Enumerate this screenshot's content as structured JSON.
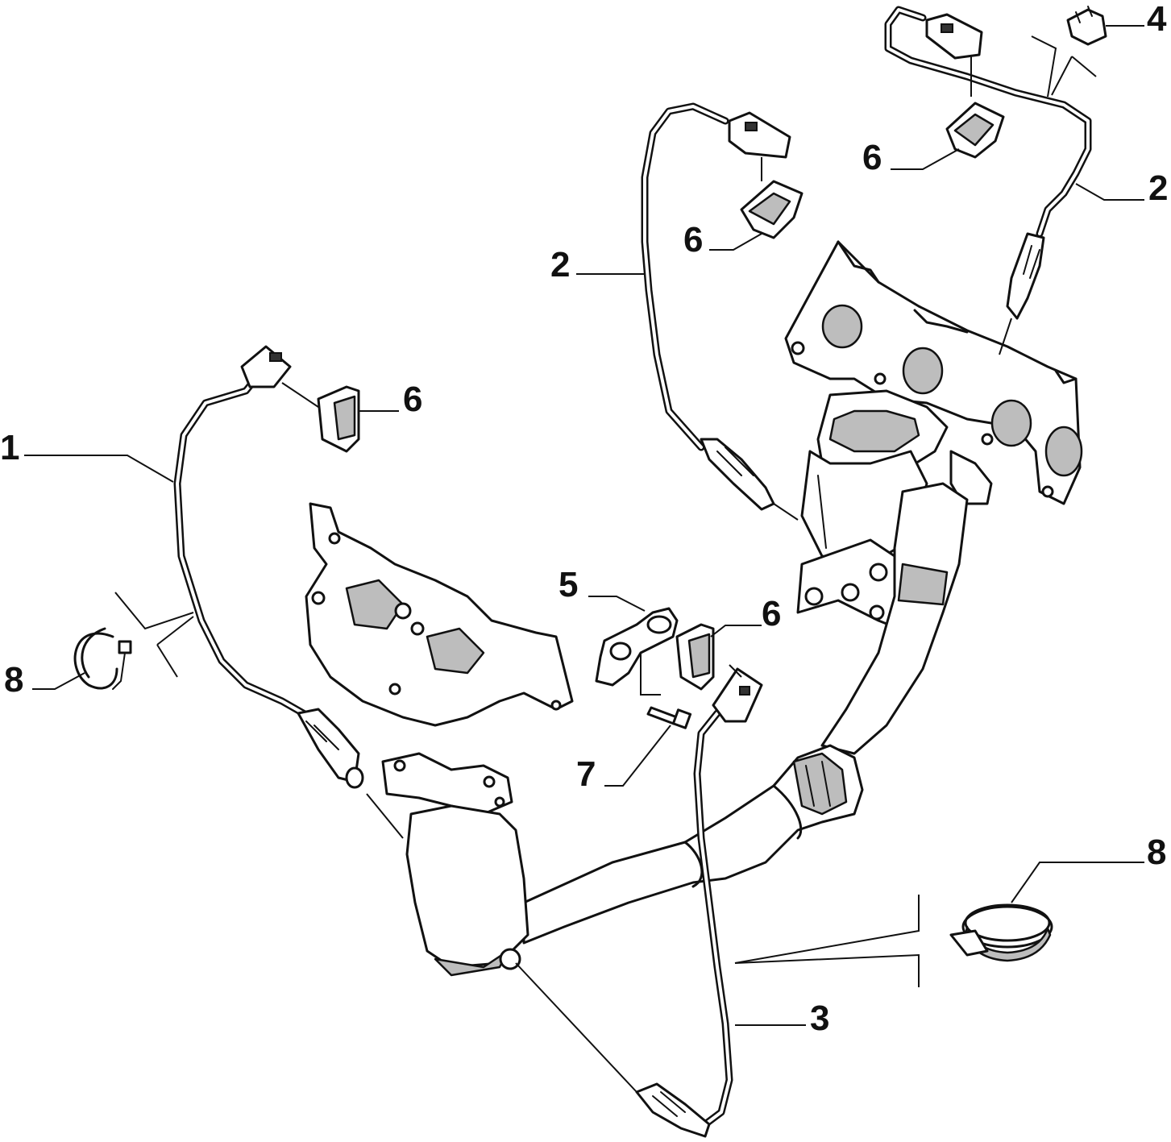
{
  "callouts": {
    "c1": "1",
    "c2a": "2",
    "c2b": "2",
    "c3": "3",
    "c4": "4",
    "c5": "5",
    "c6a": "6",
    "c6b": "6",
    "c6c": "6",
    "c6d": "6",
    "c7": "7",
    "c8a": "8",
    "c8b": "8"
  },
  "colors": {
    "line": "#111111",
    "shade": "#bdbdbd",
    "background": "#ffffff"
  }
}
